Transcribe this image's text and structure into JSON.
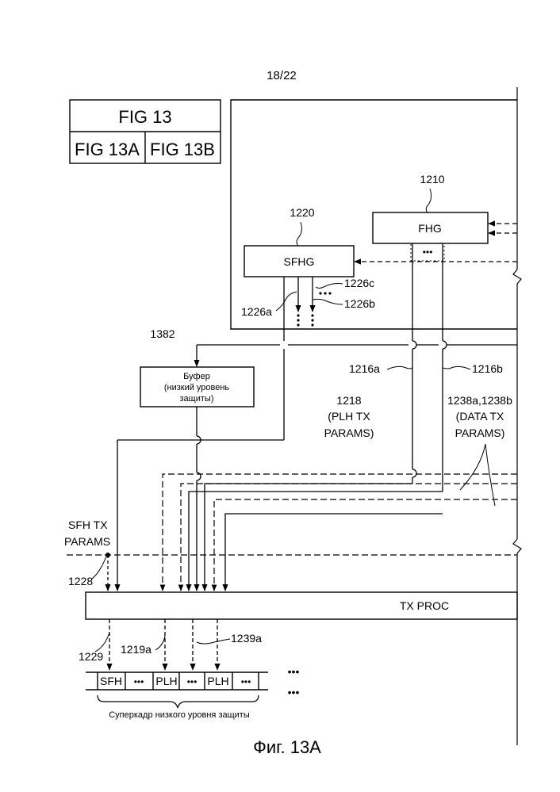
{
  "page_number": "18/22",
  "key_table": {
    "top": "FIG 13",
    "left": "FIG 13A",
    "right": "FIG 13B"
  },
  "blocks": {
    "fhg": "FHG",
    "sfhg": "SFHG",
    "buffer_line1": "Буфер",
    "buffer_line2": "(низкий уровень",
    "buffer_line3": "защиты)",
    "txproc": "TX PROC"
  },
  "refs": {
    "r1210": "1210",
    "r1220": "1220",
    "r1226a": "1226a",
    "r1226b": "1226b",
    "r1226c": "1226c",
    "r1382": "1382",
    "r1216a": "1216a",
    "r1216b": "1216b",
    "r1218": "1218",
    "r1228": "1228",
    "r1229": "1229",
    "r1219a": "1219a",
    "r1239a": "1239a",
    "r1238ab": "1238a,1238b"
  },
  "labels": {
    "plh_line1": "(PLH TX",
    "plh_line2": "PARAMS)",
    "data_line1": "(DATA TX",
    "data_line2": "PARAMS)",
    "sfh_line1": "SFH TX",
    "sfh_line2": "PARAMS"
  },
  "superframe": {
    "cells": [
      "SFH",
      "•••",
      "PLH",
      "•••",
      "PLH",
      "•••"
    ],
    "dots": "•••",
    "brace_label": "Суперкадр низкого уровня защиты"
  },
  "caption": "Фиг. 13A"
}
